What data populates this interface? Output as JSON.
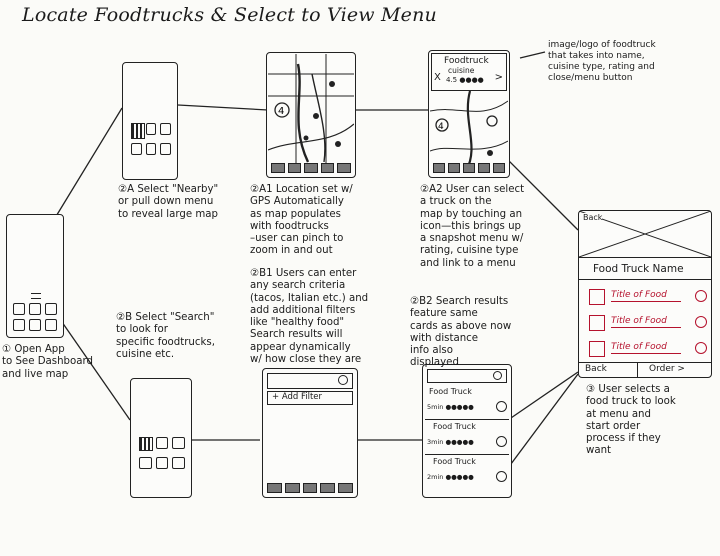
{
  "title": "Locate Foodtrucks & Select to View Menu",
  "steps": {
    "s1": "① Open App\nto See Dashboard\nand live map",
    "s2a": "②A Select \"Nearby\"\nor pull down menu\nto reveal large map",
    "s2a1": "②A1 Location set w/\nGPS Automatically\nas map populates\nwith foodtrucks\n–user can pinch to\nzoom in and out",
    "s2a2": "②A2 User can select\na truck on the\nmap by touching an\nicon—this brings up\na snapshot menu w/\nrating, cuisine type\nand link to a menu",
    "s2b": "②B Select \"Search\"\nto look for\nspecific foodtrucks,\ncuisine etc.",
    "s2b1": "②B1 Users can enter\nany search criteria\n(tacos, Italian etc.) and\nadd additional filters\nlike \"healthy food\"\nSearch results will\nappear dynamically\nw/ how close they are",
    "s2b2": "②B2 Search results\nfeature same\ncards as above now\nwith distance\ninfo also\ndisplayed",
    "s3": "③ User selects a\nfood truck to look\nat menu and\nstart order\nprocess if they\nwant",
    "callout": "image/logo of foodtruck\nthat takes into name,\ncuisine type, rating and\nclose/menu button"
  },
  "popup": {
    "name": "Foodtruck",
    "cuisine": "cuisine",
    "rating": "4.5 ●●●●",
    "close": "X",
    "go": ">"
  },
  "search": {
    "add_filter": "+ Add Filter",
    "search_icon": "magnifier-icon"
  },
  "results": [
    {
      "title": "Food Truck",
      "meta": "5min ●●●●●"
    },
    {
      "title": "Food Truck",
      "meta": "3min ●●●●●"
    },
    {
      "title": "Food Truck",
      "meta": "2min ●●●●●"
    }
  ],
  "menu": {
    "back_label": "Back",
    "header": "Food Truck Name",
    "items": [
      "Title of Food",
      "Title of Food",
      "Title of Food"
    ],
    "back": "Back",
    "order": "Order >"
  },
  "colors": {
    "ink": "#1b1b1b",
    "accent": "#b5122d"
  }
}
